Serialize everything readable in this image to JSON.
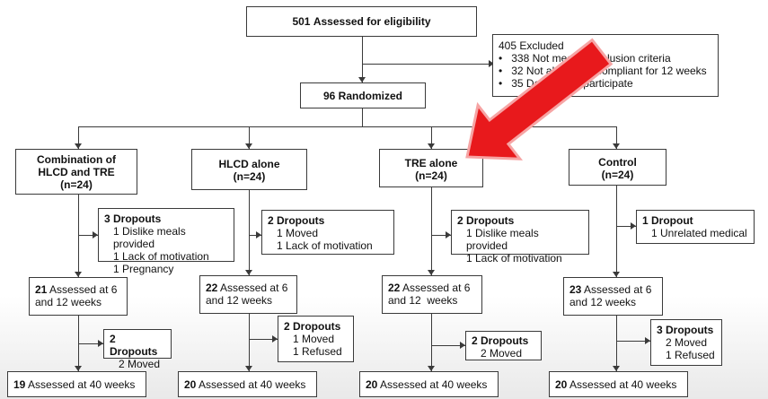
{
  "eligibility": {
    "count": "501",
    "text": "Assessed for eligibility"
  },
  "excluded": {
    "title": "405 Excluded",
    "items": [
      "338 Not meeting inclusion criteria",
      "32 Not able to be compliant for 12 weeks",
      "35 Declined to participate"
    ],
    "bullet": "•"
  },
  "randomized": {
    "count": "96",
    "text": "Randomized"
  },
  "arms": [
    {
      "name_line1": "Combination of",
      "name_line2": "HLCD and TRE",
      "n": "(n=24)",
      "drop1": {
        "title": "3 Dropouts",
        "reasons": [
          "1 Dislike meals provided",
          "1 Lack of motivation",
          "1 Pregnancy"
        ]
      },
      "assessed1": {
        "count": "21",
        "line1": "Assessed at 6",
        "line2": "and 12 weeks"
      },
      "drop2": {
        "title": "2 Dropouts",
        "reasons": [
          "2 Moved"
        ]
      },
      "final": {
        "count": "19",
        "text": "Assessed at 40 weeks"
      }
    },
    {
      "name_line1": "HLCD alone",
      "name_line2": "",
      "n": "(n=24)",
      "drop1": {
        "title": "2 Dropouts",
        "reasons": [
          "1 Moved",
          "1 Lack of motivation"
        ]
      },
      "assessed1": {
        "count": "22",
        "line1": "Assessed at 6",
        "line2": "and 12 weeks"
      },
      "drop2": {
        "title": "2 Dropouts",
        "reasons": [
          "1 Moved",
          "1 Refused"
        ]
      },
      "final": {
        "count": "20",
        "text": "Assessed at 40 weeks"
      }
    },
    {
      "name_line1": "TRE alone",
      "name_line2": "",
      "n": "(n=24)",
      "drop1": {
        "title": "2 Dropouts",
        "reasons": [
          "1 Dislike meals provided",
          "1 Lack of motivation"
        ]
      },
      "assessed1": {
        "count": "22",
        "line1": "Assessed at 6",
        "line2": "and 12  weeks"
      },
      "drop2": {
        "title": "2 Dropouts",
        "reasons": [
          "2 Moved"
        ]
      },
      "final": {
        "count": "20",
        "text": "Assessed at 40 weeks"
      }
    },
    {
      "name_line1": "Control",
      "name_line2": "",
      "n": "(n=24)",
      "drop1": {
        "title": "1 Dropout",
        "reasons": [
          "1 Unrelated medical"
        ]
      },
      "assessed1": {
        "count": "23",
        "line1": "Assessed at 6",
        "line2": "and 12 weeks"
      },
      "drop2": {
        "title": "3 Dropouts",
        "reasons": [
          "2 Moved",
          "1 Refused"
        ]
      },
      "final": {
        "count": "20",
        "text": "Assessed at 40 weeks"
      }
    }
  ],
  "colors": {
    "arrow": "#e8191c",
    "line": "#3a3a3a"
  }
}
